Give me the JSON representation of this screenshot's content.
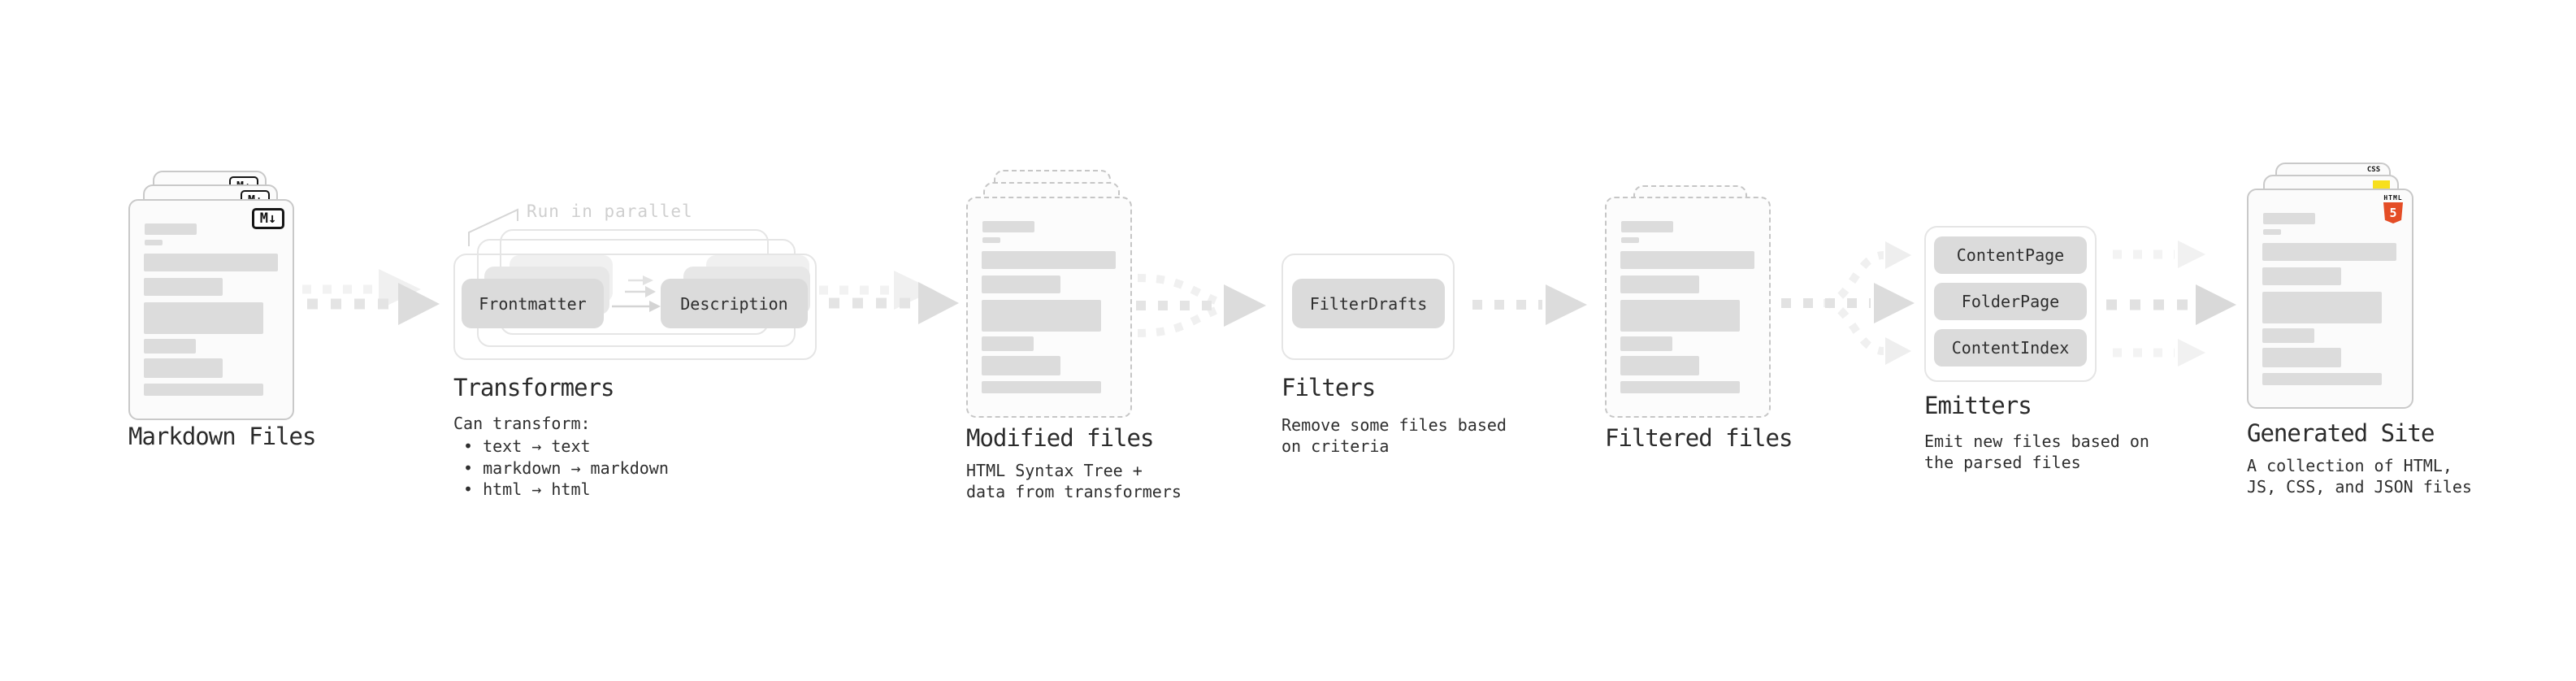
{
  "stages": {
    "markdown": {
      "label": "Markdown Files",
      "icon": "M↓"
    },
    "transformers": {
      "label": "Transformers",
      "annotation": "Run in parallel",
      "source_pill": "Frontmatter",
      "target_pill": "Description",
      "desc_title": "Can transform:",
      "bullets": [
        "• text → text",
        "• markdown → markdown",
        "• html → html"
      ]
    },
    "modified": {
      "label": "Modified files",
      "desc_line1": "HTML Syntax Tree +",
      "desc_line2": "data from transformers"
    },
    "filters": {
      "label": "Filters",
      "pill": "FilterDrafts",
      "desc_line1": "Remove some files based",
      "desc_line2": "on criteria"
    },
    "filtered": {
      "label": "Filtered files"
    },
    "emitters": {
      "label": "Emitters",
      "pills": [
        "ContentPage",
        "FolderPage",
        "ContentIndex"
      ],
      "desc_line1": "Emit new files based on",
      "desc_line2": "the parsed files"
    },
    "generated": {
      "label": "Generated Site",
      "desc_line1": "A collection of HTML,",
      "desc_line2": "JS, CSS, and JSON files",
      "badge_html_word": "HTML",
      "badge_html_num": "5",
      "badge_css_word": "CSS"
    }
  },
  "colors": {
    "html5_orange": "#e44d26",
    "js_yellow": "#f7df1e",
    "css_blue": "#2f6be4"
  }
}
